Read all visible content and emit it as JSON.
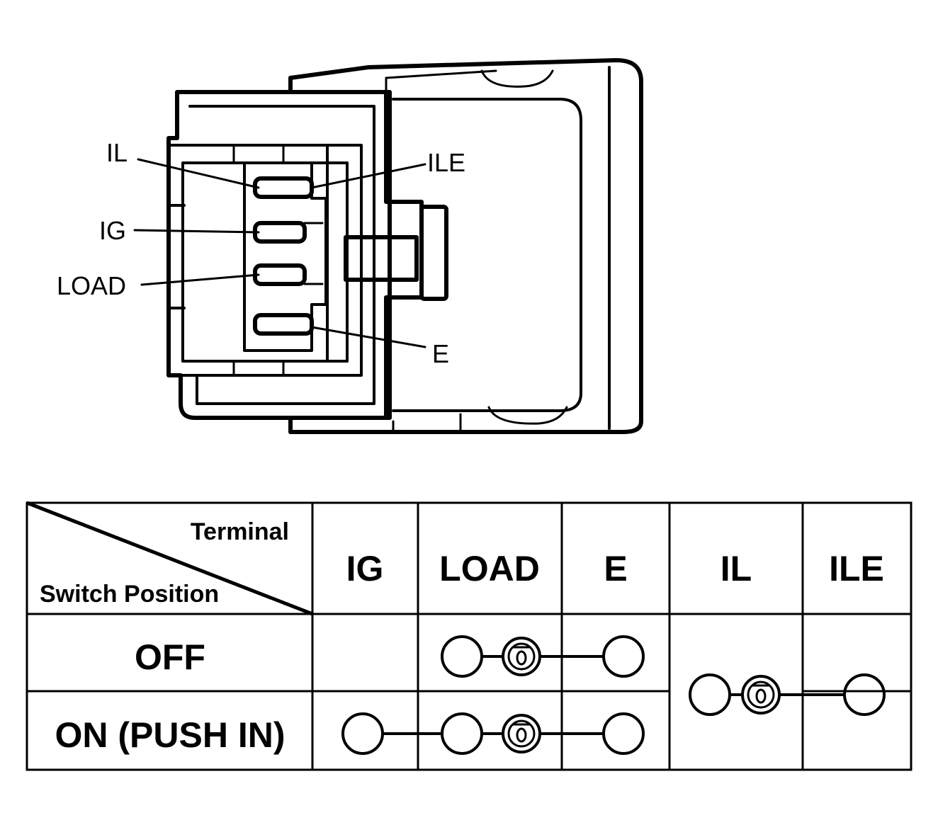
{
  "connector": {
    "labels": {
      "il": "IL",
      "ig": "IG",
      "load": "LOAD",
      "ile": "ILE",
      "e": "E"
    }
  },
  "table": {
    "corner_top": "Terminal",
    "corner_bottom": "Switch Position",
    "columns": [
      "IG",
      "LOAD",
      "E",
      "IL",
      "ILE"
    ],
    "rows": [
      {
        "position": "OFF"
      },
      {
        "position": "ON (PUSH IN)"
      }
    ]
  }
}
